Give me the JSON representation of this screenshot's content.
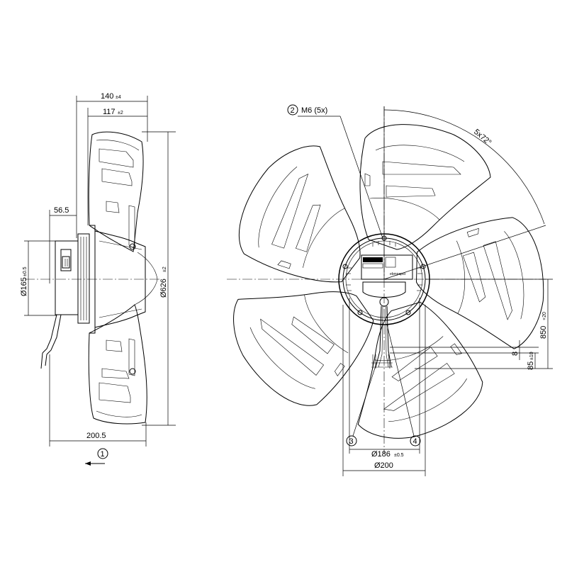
{
  "side_view": {
    "dims": {
      "width_overall": {
        "value": "140",
        "tol": "±4"
      },
      "width_blade": {
        "value": "117",
        "tol": "±2"
      },
      "motor_offset": {
        "value": "56.5"
      },
      "motor_diameter": {
        "value": "Ø165",
        "tol": "±0.5"
      },
      "fan_diameter": {
        "value": "Ø626",
        "tol": "±2"
      },
      "depth": {
        "value": "200.5"
      }
    },
    "airflow_marker": "1"
  },
  "front_view": {
    "callouts": {
      "mount_marker": "2",
      "mount_text": "M6 (5x)",
      "cable_marker": "3",
      "cable_tie_marker": "4"
    },
    "dims": {
      "angle": "5x72°",
      "cable_length": {
        "value": "850",
        "tol": "+20"
      },
      "strip_length": {
        "value": "8"
      },
      "sleeve_length": {
        "value": "85",
        "tol": "±10"
      },
      "bolt_circle": {
        "value": "Ø186",
        "tol": "±0.5"
      },
      "flange": {
        "value": "Ø200"
      }
    },
    "brand": "ebmpapst"
  }
}
